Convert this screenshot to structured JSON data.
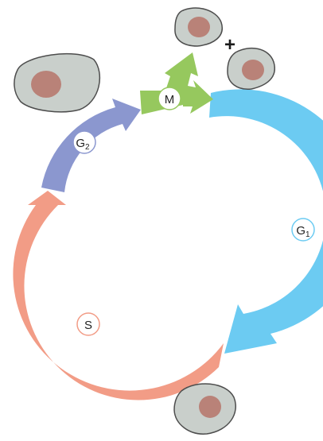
{
  "diagram": {
    "phases": {
      "g1": {
        "label": "G",
        "subscript": "1",
        "color": "#6ccbf2"
      },
      "s": {
        "label": "S",
        "color": "#f29c86"
      },
      "g2": {
        "label": "G",
        "subscript": "2",
        "color": "#8b97cf"
      },
      "m": {
        "label": "M",
        "color": "#96c85e"
      }
    },
    "plus_sign": "+",
    "cell_colors": {
      "cytoplasm": "#c9cfcb",
      "outline": "#4d4d4d",
      "nucleus": "#b98278"
    }
  }
}
